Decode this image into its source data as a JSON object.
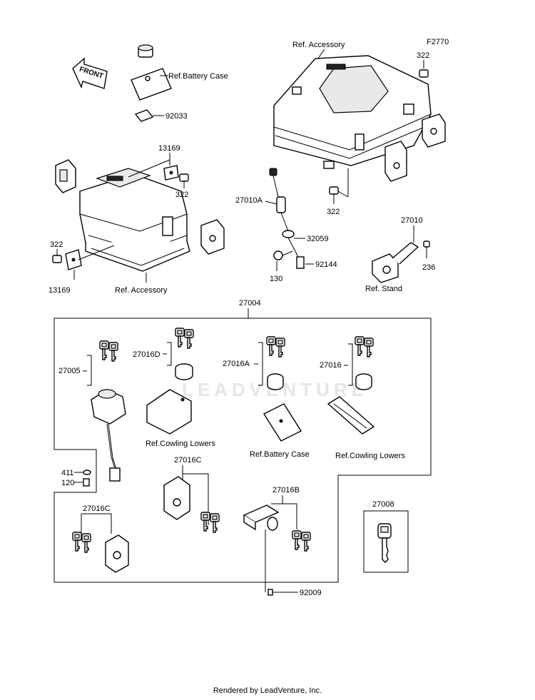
{
  "diagram": {
    "figure_code": "F2770",
    "watermark": "LEADVENTURE",
    "front_arrow_label": "FRONT",
    "labels": {
      "ref_accessory_top": "Ref. Accessory",
      "p322_a": "322",
      "p322_b": "322",
      "p322_c": "322",
      "p322_d": "322",
      "ref_battery_case_top": "Ref.Battery Case",
      "p92033": "92033",
      "p13169_a": "13169",
      "p13169_b": "13169",
      "ref_accessory_left": "Ref. Accessory",
      "p27010A": "27010A",
      "p32059": "32059",
      "p92144": "92144",
      "p130": "130",
      "p27010": "27010",
      "p236": "236",
      "ref_stand": "Ref. Stand",
      "p27004": "27004",
      "p27005": "27005",
      "p27016D": "27016D",
      "p27016A": "27016A",
      "p27016": "27016",
      "ref_cowling_lowers_a": "Ref.Cowling Lowers",
      "ref_battery_case_mid": "Ref.Battery Case",
      "ref_cowling_lowers_b": "Ref.Cowling Lowers",
      "p411": "411",
      "p120": "120",
      "p27016C_a": "27016C",
      "p27016C_b": "27016C",
      "p27016B": "27016B",
      "p27008": "27008",
      "p92009": "92009"
    }
  },
  "footer": {
    "text": "Rendered by LeadVenture, Inc."
  }
}
